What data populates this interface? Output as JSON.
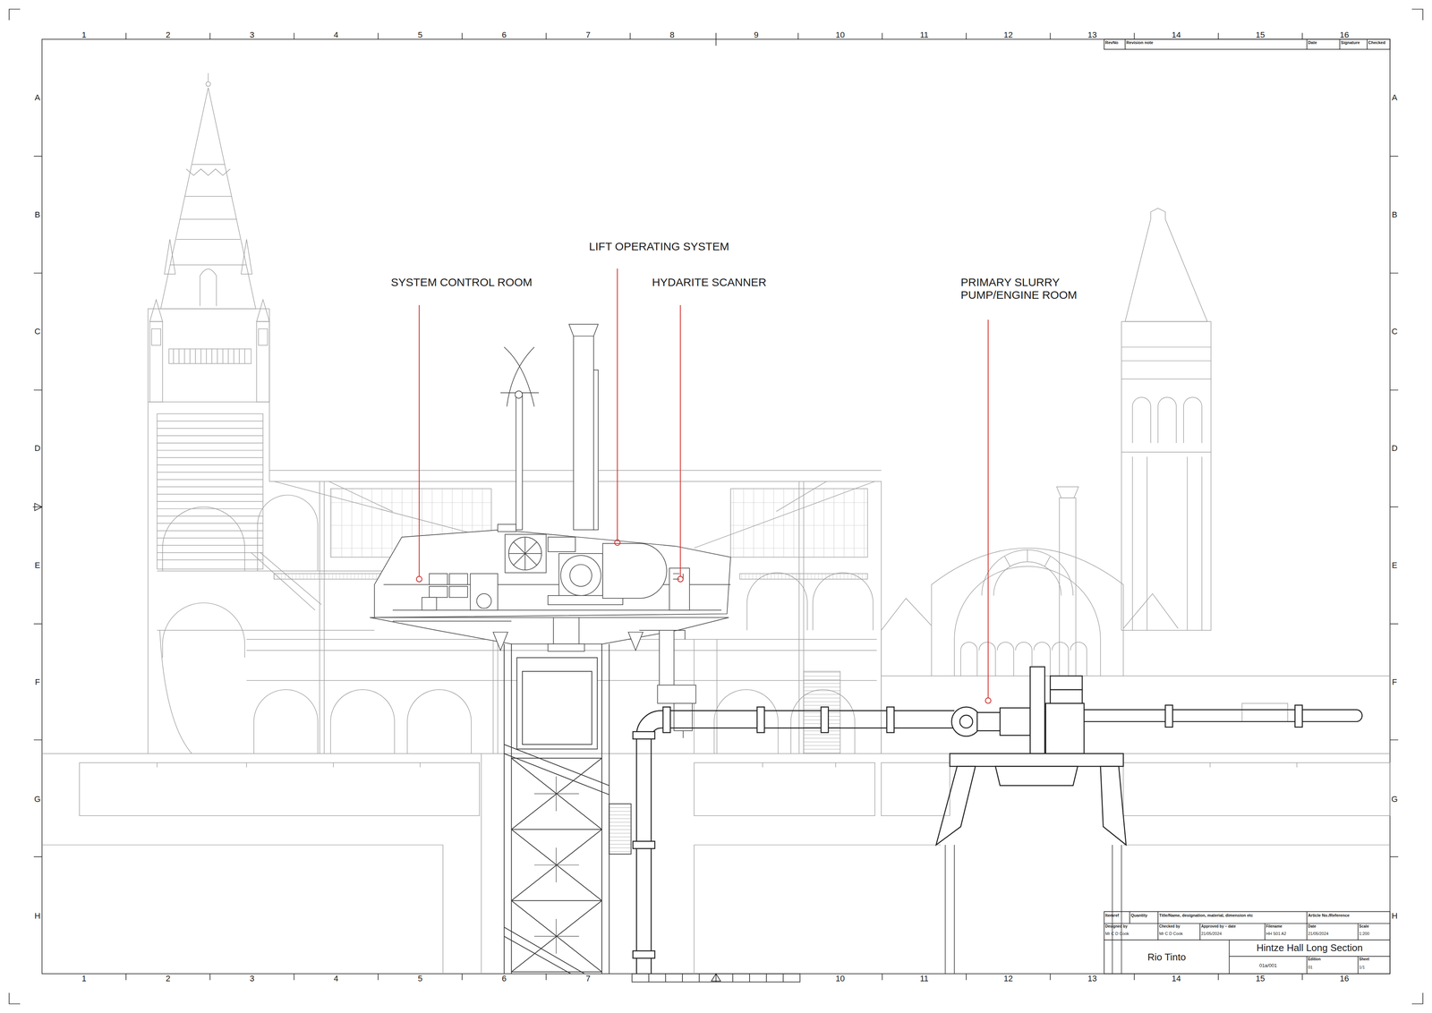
{
  "diagram": {
    "title": "Hintze Hall Long Section",
    "labels": [
      "SYSTEM CONTROL ROOM",
      "LIFT OPERATING SYSTEM",
      "HYDARITE SCANNER",
      "PRIMARY SLURRY PUMP/ENGINE ROOM",
      "1",
      "2",
      "3",
      "4",
      "5",
      "6",
      "7",
      "8",
      "9",
      "10",
      "11",
      "12",
      "13",
      "14",
      "15",
      "16",
      "1",
      "2",
      "3",
      "4",
      "5",
      "6",
      "7",
      "10",
      "11",
      "12",
      "13",
      "14",
      "15",
      "16",
      "A",
      "B",
      "C",
      "D",
      "E",
      "F",
      "G",
      "H",
      "A",
      "B",
      "C",
      "D",
      "E",
      "F",
      "G",
      "H",
      "RevNo",
      "Revision note",
      "Date",
      "Signature",
      "Checked",
      "Itemref",
      "Quantity",
      "Title/Name, designation, material, dimension etc",
      "Article No./Reference",
      "Designed by",
      "Mr C D Cook",
      "Checked by",
      "Mr C D Cook",
      "Approved by – date",
      "21/05/2024",
      "Filename",
      "HH S01 A2",
      "Date",
      "21/05/2024",
      "Scale",
      "1:200",
      "Rio Tinto",
      "01a/001",
      "Edition",
      "01",
      "Sheet",
      "1/1"
    ]
  }
}
